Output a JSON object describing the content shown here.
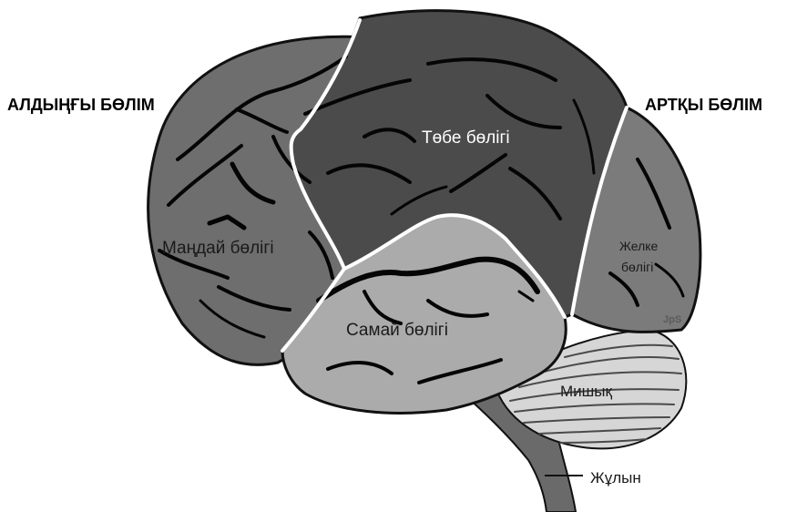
{
  "headings": {
    "front": "АЛДЫҢҒЫ БӨЛІМ",
    "back": "АРТҚЫ БӨЛІМ"
  },
  "lobes": {
    "frontal": {
      "label": "Маңдай бөлігі",
      "color": "#6e6e6e"
    },
    "parietal": {
      "label": "Төбе бөлігі",
      "color": "#4b4b4b"
    },
    "temporal": {
      "label": "Самай бөлігі",
      "color": "#ababab"
    },
    "occipital": {
      "label_line1": "Желке",
      "label_line2": "бөлігі",
      "color": "#7b7b7b"
    }
  },
  "cerebellum": {
    "label": "Мишық",
    "color": "#d6d6d6"
  },
  "spinal_cord": {
    "label": "Жұлын",
    "color": "#6a6a6a"
  },
  "signature": "JpS"
}
